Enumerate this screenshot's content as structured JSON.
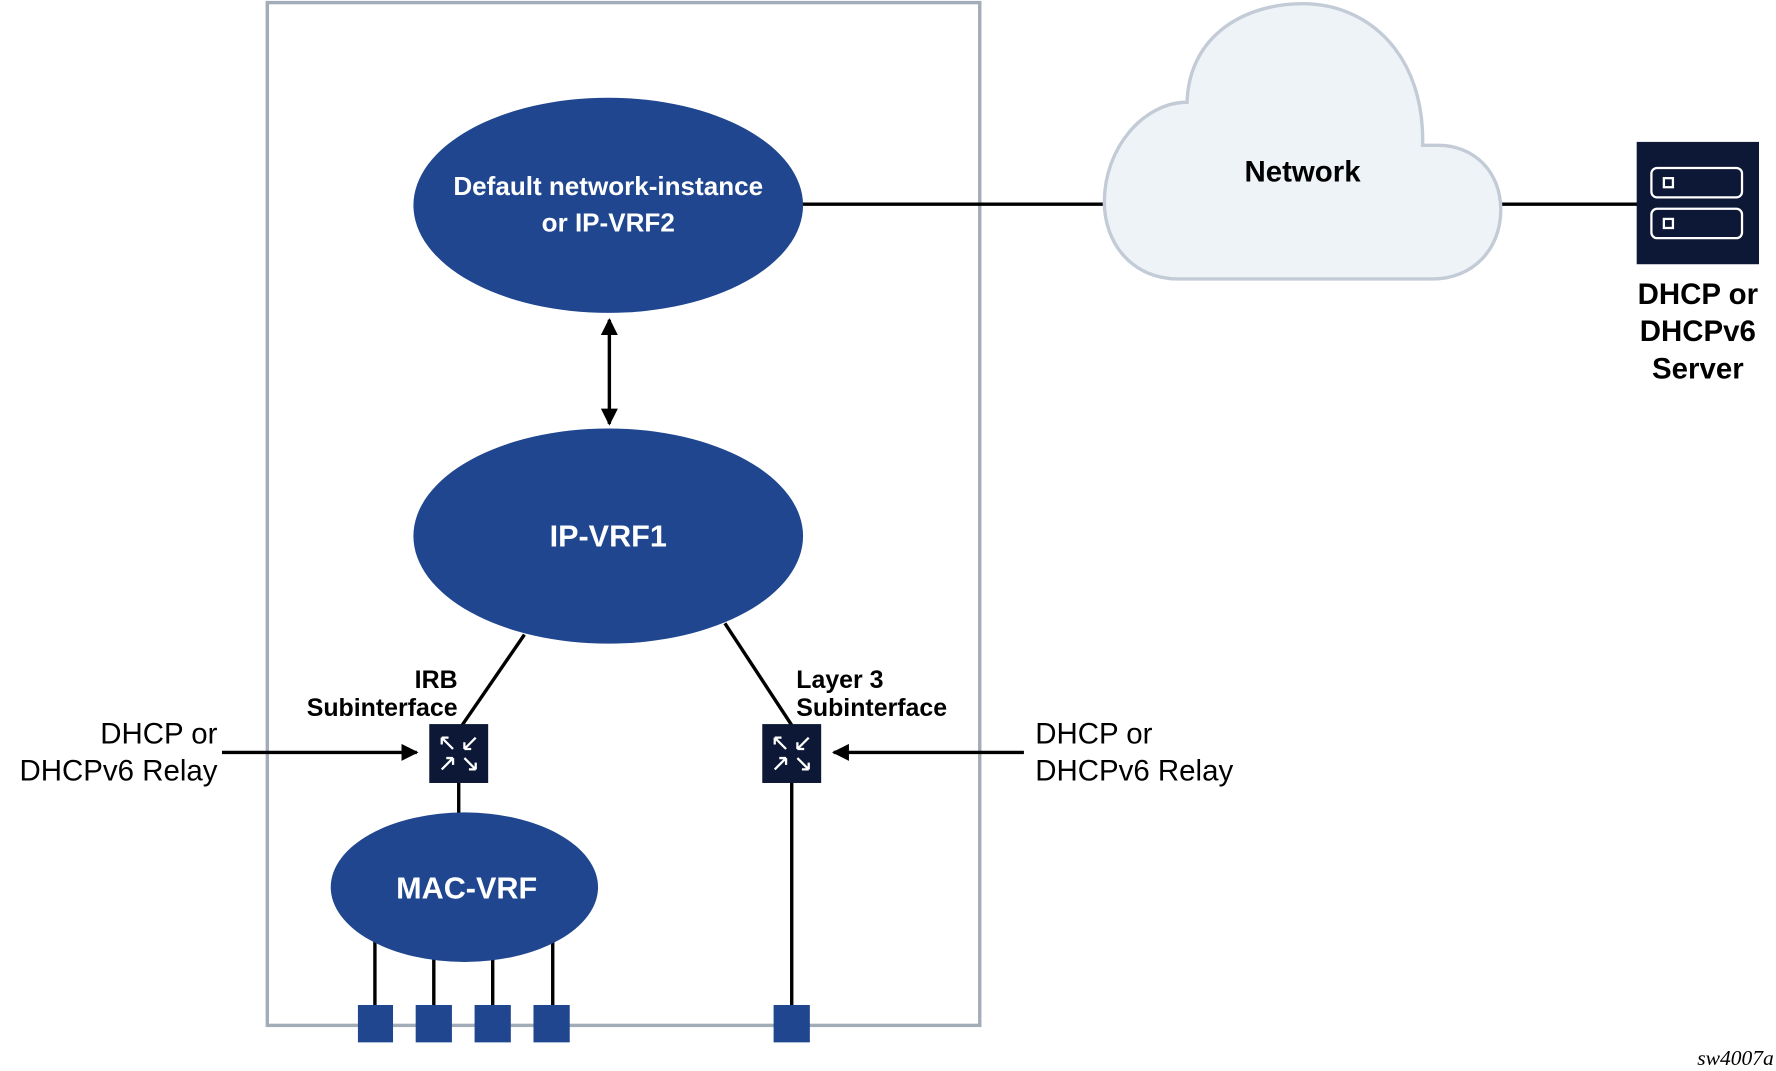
{
  "diagram": {
    "colors": {
      "node_fill": "#1f468f",
      "device_fill": "#0c1836",
      "container_stroke": "#a3adba",
      "cloud_fill": "#eef3f8",
      "cloud_stroke": "#c3ccd6",
      "line": "#000000"
    },
    "nodes": {
      "default_ni": {
        "line1": "Default network-instance",
        "line2": "or IP-VRF2"
      },
      "ip_vrf1": {
        "label": "IP-VRF1"
      },
      "mac_vrf": {
        "label": "MAC-VRF"
      },
      "network": {
        "label": "Network"
      },
      "server": {
        "line1": "DHCP or",
        "line2": "DHCPv6",
        "line3": "Server",
        "icon": "server-icon"
      }
    },
    "subinterfaces": {
      "irb": {
        "line1": "IRB",
        "line2": "Subinterface",
        "icon": "subinterface-icon"
      },
      "layer3": {
        "line1": "Layer 3",
        "line2": "Subinterface",
        "icon": "subinterface-icon"
      }
    },
    "relays": {
      "left": {
        "line1": "DHCP or",
        "line2": "DHCPv6 Relay"
      },
      "right": {
        "line1": "DHCP or",
        "line2": "DHCPv6 Relay"
      }
    },
    "ports": {
      "mac_vrf_count": 4,
      "layer3_count": 1
    },
    "figure_id": "sw4007a"
  }
}
